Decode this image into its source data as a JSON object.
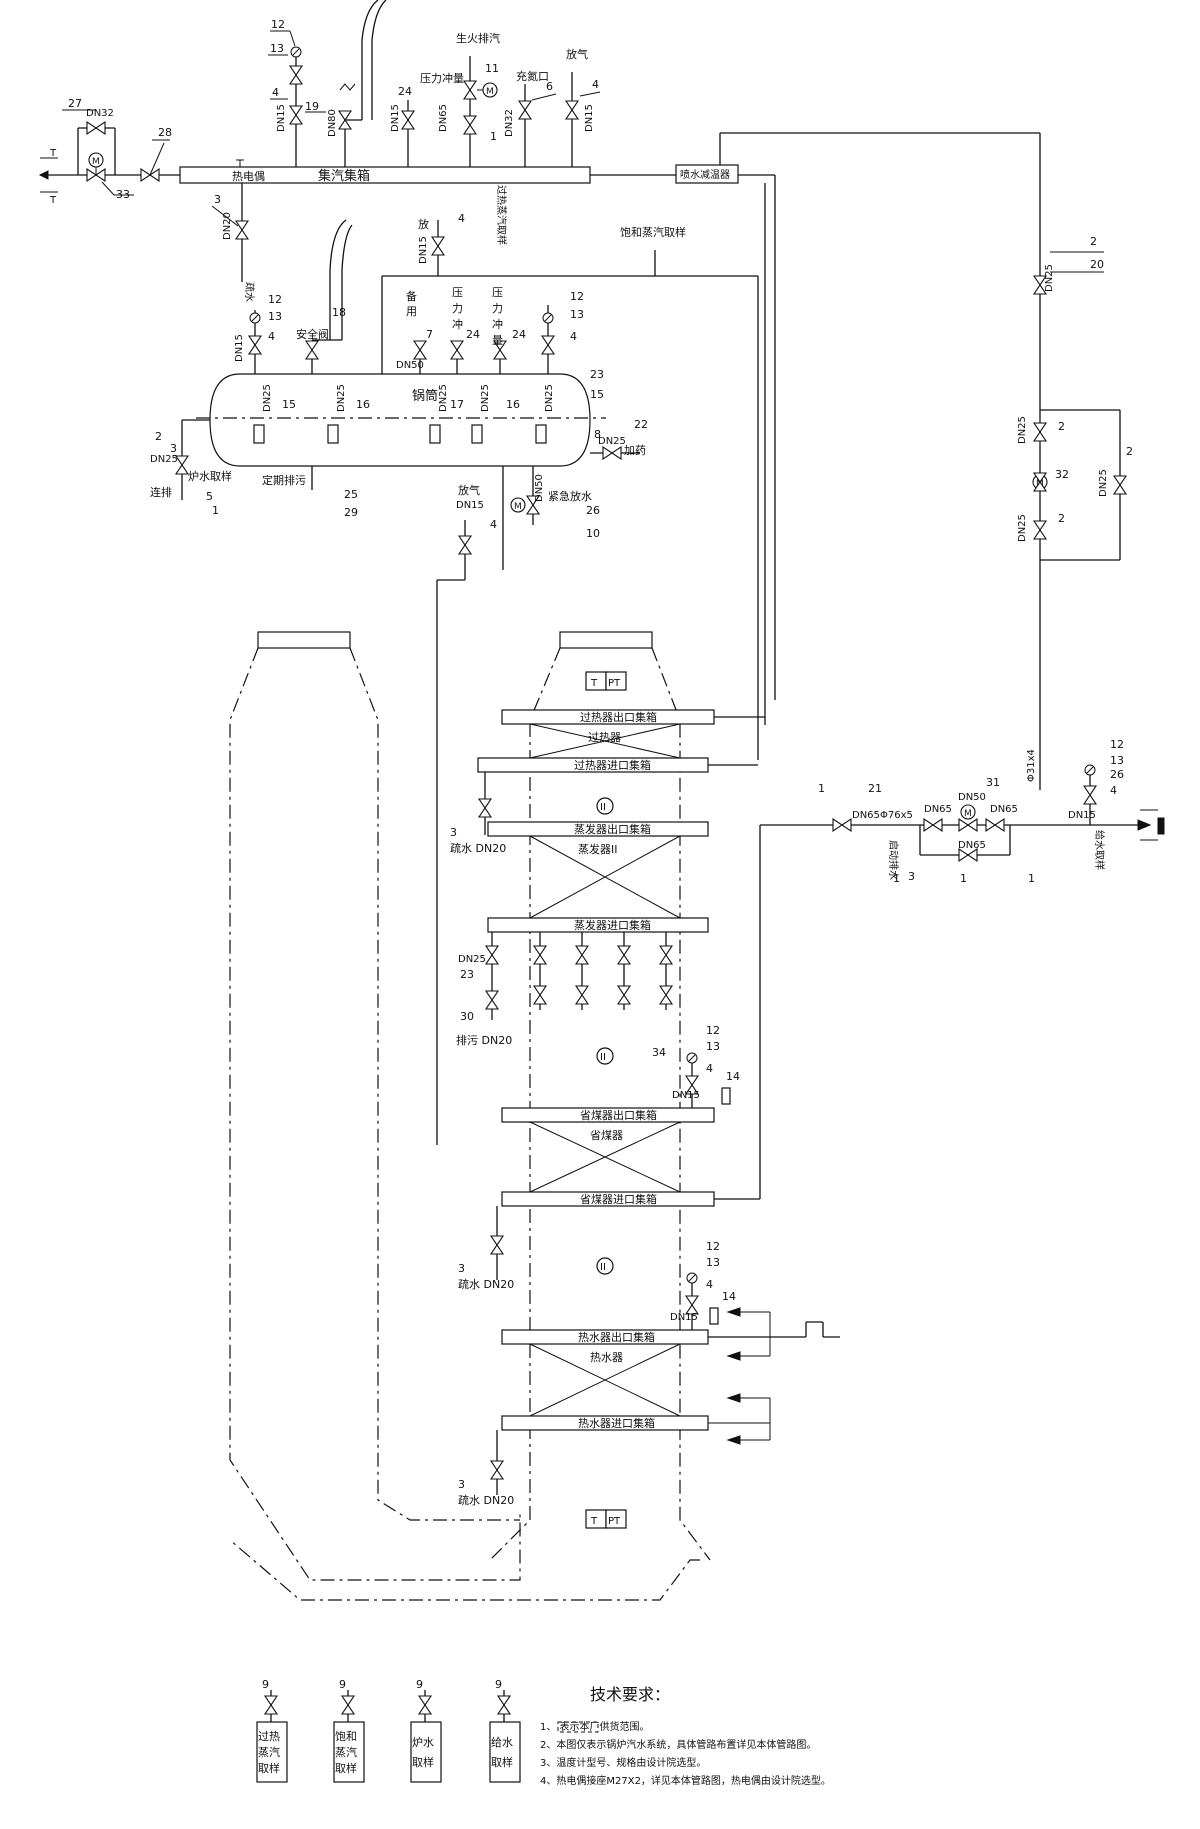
{
  "headers": {
    "steam_header": "集汽集箱",
    "thermocouple": "热电偶",
    "desuperheater": "喷水减温器",
    "drum": "锅筒"
  },
  "labels": {
    "live_steam_vent": "生火排汽",
    "pressure_flush": "压力冲量",
    "nitrogen_port": "充氮口",
    "vent": "放气",
    "vent_short": "放",
    "sh_steam_sample_v": "过热蒸汽取样",
    "sat_steam_sample": "饱和蒸汽取样",
    "drain": "疏水",
    "safety_valve": "安全阀",
    "backup": "备用",
    "cont_blowdown": "连排",
    "boiler_water_sample": "炉水取样",
    "periodic_blowdown": "定期排污",
    "dosing": "加药",
    "emergency_drain": "紧急放水",
    "vent_dn15": "放气\nDN15",
    "feedwater_sample": "给水取样",
    "drain_dn20": "疏水 DN20",
    "blowdown_dn20": "排污 DN20",
    "startup_drain": "启动排水",
    "pressure_chars": [
      "压",
      "力",
      "冲",
      "量"
    ],
    "pressure_chars2": [
      "压",
      "力",
      "冲"
    ],
    "backup_chars": [
      "备",
      "用"
    ]
  },
  "boiler": {
    "sh_outlet": "过热器出口集箱",
    "superheater": "过热器",
    "sh_inlet": "过热器进口集箱",
    "evap_outlet": "蒸发器出口集箱",
    "evap2": "蒸发器II",
    "evap_inlet": "蒸发器进口集箱",
    "eco_outlet": "省煤器出口集箱",
    "economizer": "省煤器",
    "eco_inlet": "省煤器进口集箱",
    "hw_outlet": "热水器出口集箱",
    "hot_water": "热水器",
    "hw_inlet": "热水器进口集箱",
    "pt": "PT",
    "t_mark": "T",
    "ii_mark": "II"
  },
  "sizes": {
    "dn15": "DN15",
    "dn20": "DN20",
    "dn25": "DN25",
    "dn32": "DN32",
    "dn50": "DN50",
    "dn65": "DN65",
    "dn80": "DN80",
    "pipe76": "Φ76x5",
    "pipe31": "Φ31x4"
  },
  "numbers": {
    "n1": "1",
    "n2": "2",
    "n3": "3",
    "n4": "4",
    "n5": "5",
    "n6": "6",
    "n7": "7",
    "n8": "8",
    "n9": "9",
    "n10": "10",
    "n11": "11",
    "n12": "12",
    "n13": "13",
    "n14": "14",
    "n15": "15",
    "n16": "16",
    "n17": "17",
    "n18": "18",
    "n19": "19",
    "n20": "20",
    "n21": "21",
    "n22": "22",
    "n23": "23",
    "n24": "24",
    "n25": "25",
    "n26": "26",
    "n27": "27",
    "n28": "28",
    "n29": "29",
    "n30": "30",
    "n31": "31",
    "n32": "32",
    "n33": "33",
    "n34": "34"
  },
  "samples": {
    "sh": [
      "过热",
      "蒸汽",
      "取样"
    ],
    "sat": [
      "饱和",
      "蒸汽",
      "取样"
    ],
    "boiler": [
      "炉水",
      "取样"
    ],
    "feed": [
      "给水",
      "取样"
    ]
  },
  "tech_req": {
    "title": "技术要求：",
    "items": [
      "1、           表示本厂供货范围。",
      "2、本图仅表示锅炉汽水系统，具体管路布置详见本体管路图。",
      "3、温度计型号、规格由设计院选型。",
      "4、热电偶接座M27X2，详见本体管路图，热电偶由设计院选型。"
    ]
  }
}
